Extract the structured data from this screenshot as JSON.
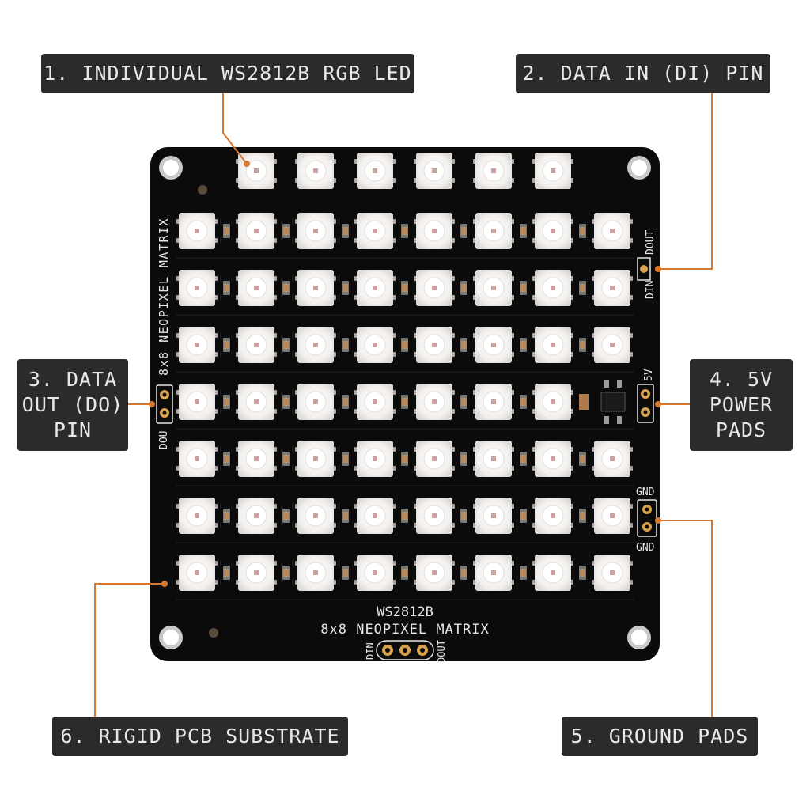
{
  "callouts": {
    "led": "1. INDIVIDUAL WS2812B RGB LED",
    "data_in": "2. DATA IN (DI) PIN",
    "data_out": [
      "3. DATA",
      "OUT (DO)",
      "PIN"
    ],
    "power": [
      "4. 5V",
      "POWER",
      "PADS"
    ],
    "ground": "5. GROUND PADS",
    "substrate": "6. RIGID PCB SUBSTRATE"
  },
  "board": {
    "side_text": "8x8 NEOPIXEL MATRIX",
    "title_line1": "WS2812B",
    "title_line2": "8x8 NEOPIXEL MATRIX",
    "din": "DIN",
    "dout": "DOUT",
    "dou": "DOU",
    "v5": "5V",
    "gnd": "GND"
  },
  "colors": {
    "pcb": "#0b0b0b",
    "led_body": "#f4f2f0",
    "accent_line": "#d8782f",
    "label_bg": "#2b2b2b"
  }
}
